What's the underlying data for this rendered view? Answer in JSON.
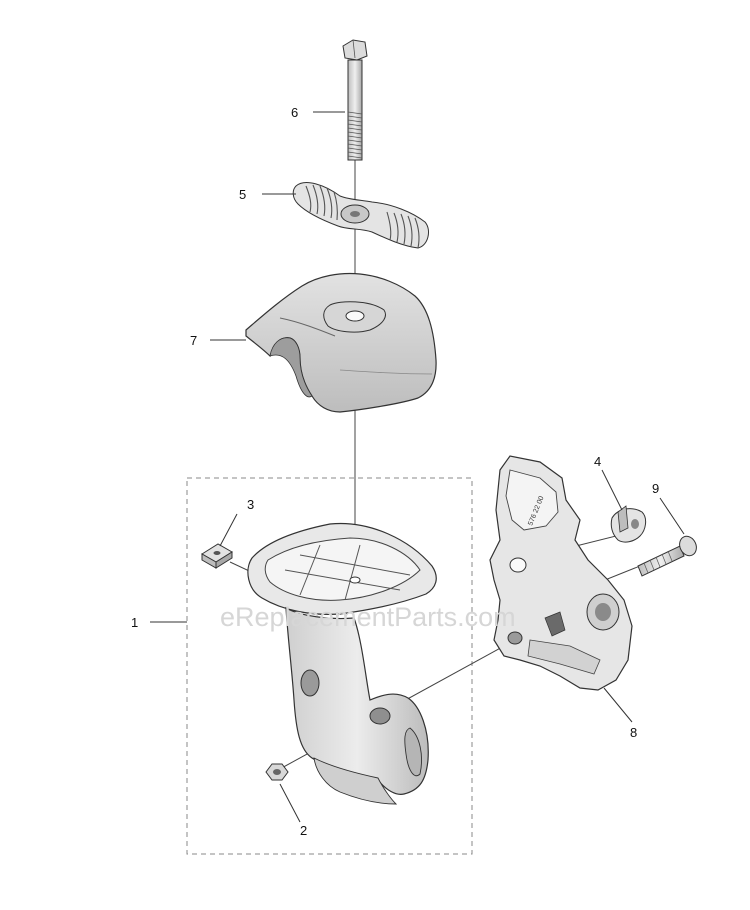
{
  "watermark": "eReplacementParts.com",
  "callouts": {
    "c1": "1",
    "c2": "2",
    "c3": "3",
    "c4": "4",
    "c5": "5",
    "c6": "6",
    "c7": "7",
    "c8": "8",
    "c9": "9"
  },
  "bracket_stamp": "576 22 00"
}
